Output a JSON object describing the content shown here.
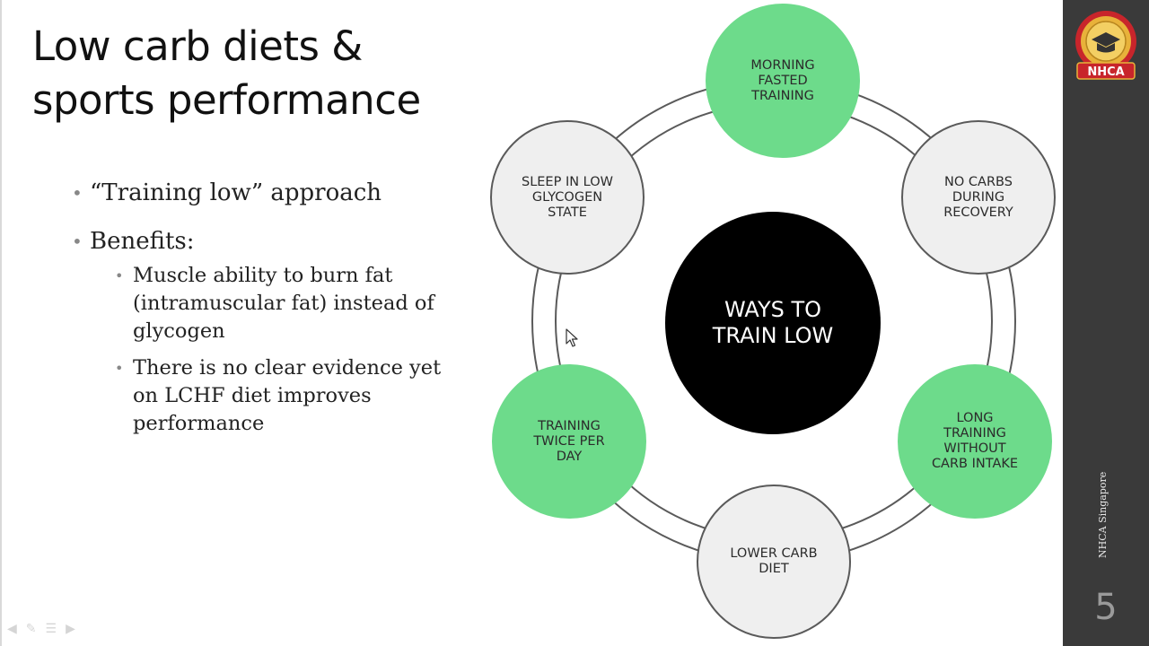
{
  "slide": {
    "title": "Low carb diets & sports performance",
    "bullets": [
      {
        "text": "“Training low” approach",
        "sub": []
      },
      {
        "text": "Benefits:",
        "sub": [
          "Muscle ability to burn fat (intramuscular fat) instead of glycogen",
          "There is no clear evidence yet on LCHF diet improves performance"
        ]
      }
    ]
  },
  "diagram": {
    "center": "WAYS TO\nTRAIN LOW",
    "nodes": [
      {
        "label": "MORNING\nFASTED\nTRAINING",
        "color": "#6ddb8b"
      },
      {
        "label": "NO CARBS\nDURING\nRECOVERY",
        "color": "#efefef"
      },
      {
        "label": "LONG\nTRAINING\nWITHOUT\nCARB INTAKE",
        "color": "#6ddb8b"
      },
      {
        "label": "LOWER CARB\nDIET",
        "color": "#efefef"
      },
      {
        "label": "TRAINING\nTWICE PER\nDAY",
        "color": "#6ddb8b"
      },
      {
        "label": "SLEEP IN LOW\nGLYCOGEN\nSTATE",
        "color": "#efefef"
      }
    ]
  },
  "sidebar": {
    "logo_text": "NHCA",
    "org_label": "NHCA Singapore",
    "page_number": "5"
  },
  "icons": {
    "cursor": "mouse-pointer-icon",
    "nav": [
      "previous-slide-icon",
      "pen-icon",
      "menu-icon",
      "next-slide-icon"
    ]
  },
  "colors": {
    "accent_green": "#6ddb8b",
    "sidebar": "#3a3a3a",
    "logo_red": "#c8252b",
    "logo_gold": "#e8b23a"
  }
}
